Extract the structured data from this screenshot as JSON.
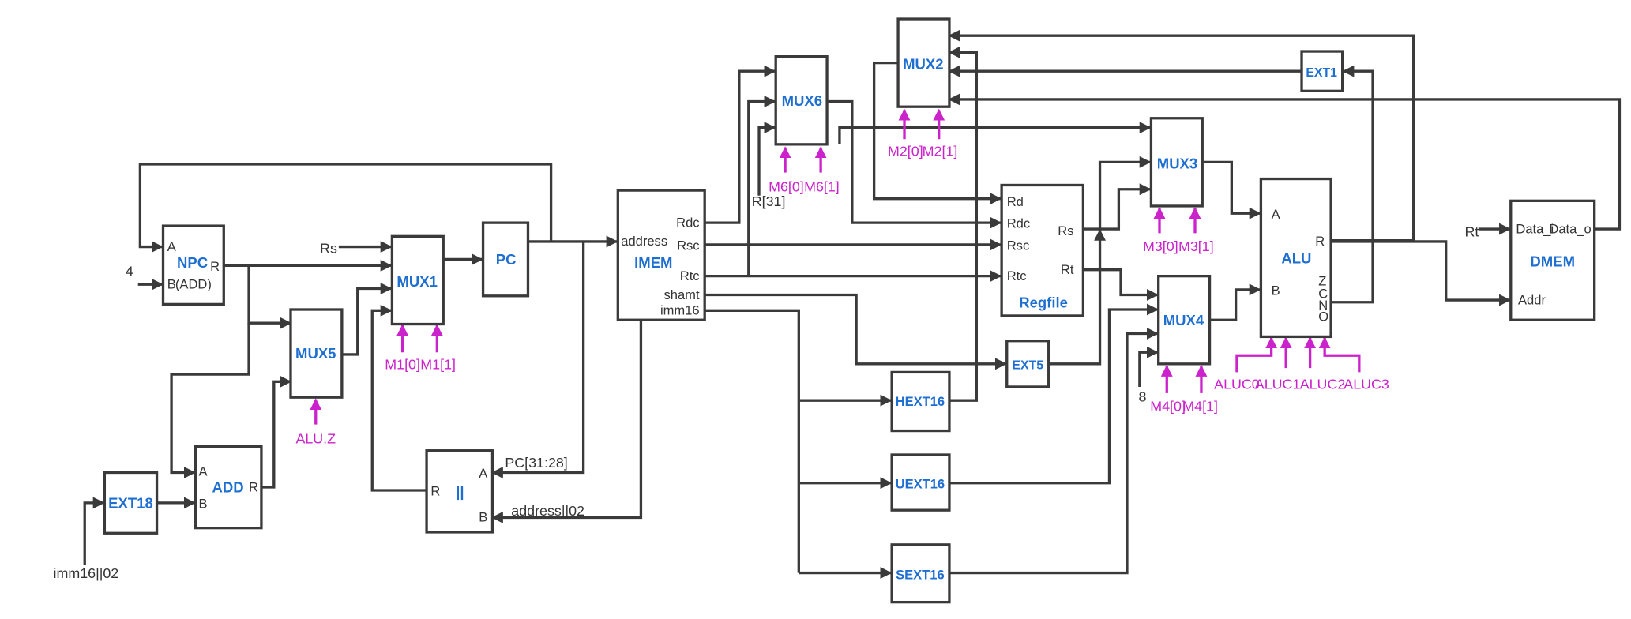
{
  "diagram": {
    "blocks": {
      "npc": {
        "title": "NPC",
        "sub": "(ADD)",
        "ports": {
          "a": "A",
          "b": "B",
          "r": "R"
        }
      },
      "pc": {
        "title": "PC"
      },
      "mux1": {
        "title": "MUX1"
      },
      "mux2": {
        "title": "MUX2"
      },
      "mux3": {
        "title": "MUX3"
      },
      "mux4": {
        "title": "MUX4"
      },
      "mux5": {
        "title": "MUX5"
      },
      "mux6": {
        "title": "MUX6"
      },
      "imem": {
        "title": "IMEM",
        "ports": {
          "address": "address",
          "rdc": "Rdc",
          "rsc": "Rsc",
          "rtc": "Rtc",
          "shamt": "shamt",
          "imm16": "imm16"
        }
      },
      "regfile": {
        "title": "Regfile",
        "ports": {
          "rd": "Rd",
          "rdc": "Rdc",
          "rsc": "Rsc",
          "rtc": "Rtc",
          "rs": "Rs",
          "rt": "Rt"
        }
      },
      "alu": {
        "title": "ALU",
        "ports": {
          "a": "A",
          "b": "B",
          "r": "R",
          "z": "Z",
          "c": "C",
          "n": "N",
          "o": "O"
        }
      },
      "dmem": {
        "title": "DMEM",
        "ports": {
          "data_i": "Data_i",
          "data_o": "Data_o",
          "addr": "Addr"
        }
      },
      "add": {
        "title": "ADD",
        "ports": {
          "a": "A",
          "b": "B",
          "r": "R"
        }
      },
      "ext18": {
        "title": "EXT18"
      },
      "concat": {
        "title": "||",
        "ports": {
          "a": "A",
          "b": "B",
          "r": "R"
        }
      },
      "ext1": {
        "title": "EXT1"
      },
      "ext5": {
        "title": "EXT5"
      },
      "hext16": {
        "title": "HEXT16"
      },
      "uext16": {
        "title": "UEXT16"
      },
      "sext16": {
        "title": "SEXT16"
      }
    },
    "signals": {
      "const4": "4",
      "rs_in": "Rs",
      "rt_in": "Rt",
      "r31": "R[31]",
      "pc_hi": "PC[31:28]",
      "addr_concat": "address||02",
      "imm16_concat": "imm16||02",
      "const8": "8"
    },
    "controls": {
      "m1_0": "M1[0]",
      "m1_1": "M1[1]",
      "m2_0": "M2[0]",
      "m2_1": "M2[1]",
      "m3_0": "M3[0]",
      "m3_1": "M3[1]",
      "m4_0": "M4[0]",
      "m4_1": "M4[1]",
      "m6_0": "M6[0]",
      "m6_1": "M6[1]",
      "alu_z": "ALU.Z",
      "aluc0": "ALUC0",
      "aluc1": "ALUC1",
      "aluc2": "ALUC2",
      "aluc3": "ALUC3"
    },
    "colors": {
      "title": "#1f6fd1",
      "control": "#cc22cc",
      "wire": "#3a3a3a"
    }
  }
}
